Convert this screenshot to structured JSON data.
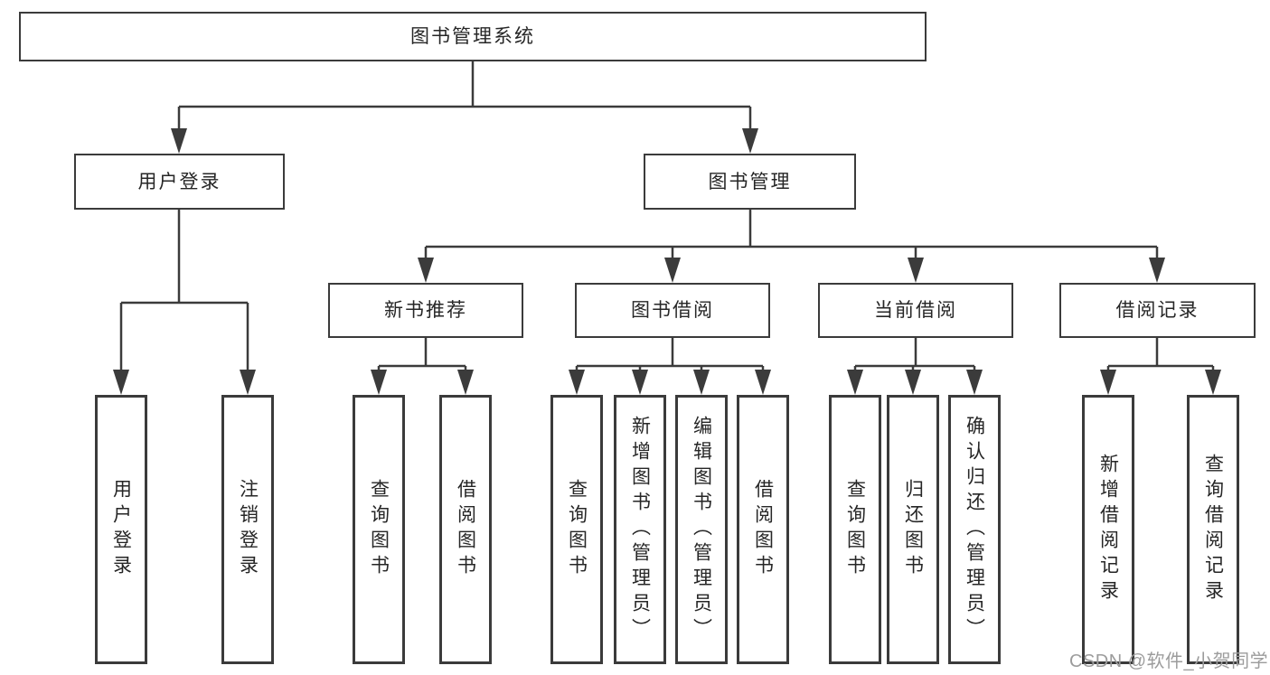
{
  "tree": {
    "label": "图书管理系统",
    "children": [
      {
        "label": "用户登录",
        "children": [
          {
            "label": "用户登录"
          },
          {
            "label": "注销登录"
          }
        ]
      },
      {
        "label": "图书管理",
        "children": [
          {
            "label": "新书推荐",
            "children": [
              {
                "label": "查询图书"
              },
              {
                "label": "借阅图书"
              }
            ]
          },
          {
            "label": "图书借阅",
            "children": [
              {
                "label": "查询图书"
              },
              {
                "label": "新增图书（管理员）"
              },
              {
                "label": "编辑图书（管理员）"
              },
              {
                "label": "借阅图书"
              }
            ]
          },
          {
            "label": "当前借阅",
            "children": [
              {
                "label": "查询图书"
              },
              {
                "label": "归还图书"
              },
              {
                "label": "确认归还（管理员）"
              }
            ]
          },
          {
            "label": "借阅记录",
            "children": [
              {
                "label": "新增借阅记录"
              },
              {
                "label": "查询借阅记录"
              }
            ]
          }
        ]
      }
    ]
  },
  "watermark": {
    "text": "CSDN @软件_小贺同学"
  },
  "colors": {
    "line": "#3b3b3b",
    "text": "#262626",
    "background": "#ffffff",
    "watermark": "#9c9c9c"
  }
}
